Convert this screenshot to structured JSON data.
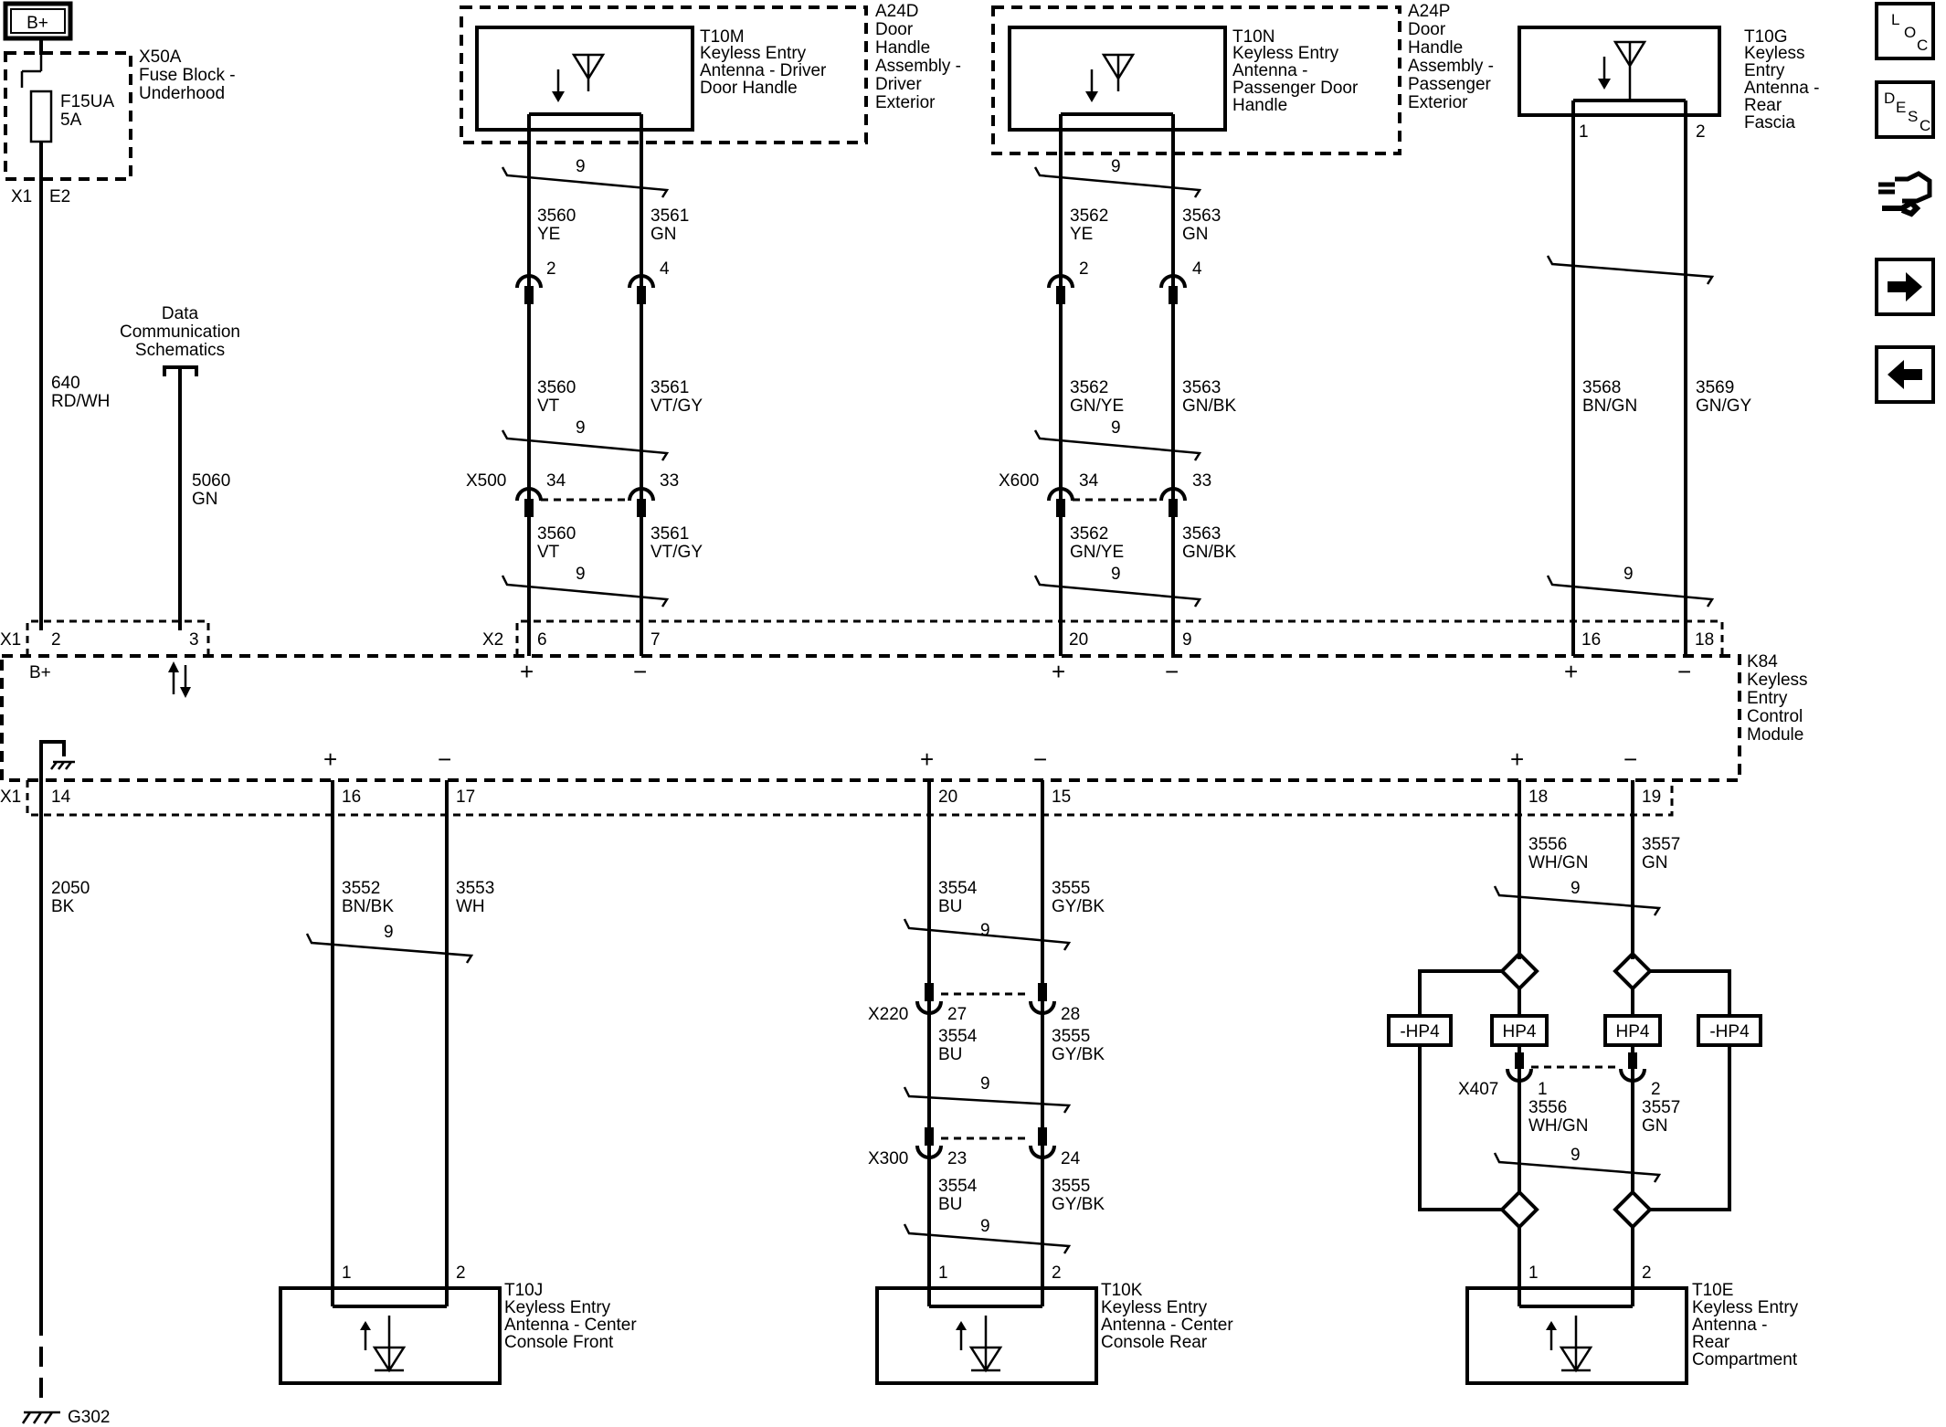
{
  "power": {
    "bplus_box": "B+",
    "bplus_module": "B+"
  },
  "fuse": {
    "block_id": "X50A",
    "block_name_1": "Fuse Block -",
    "block_name_2": "Underhood",
    "fuse_id": "F15UA",
    "fuse_rating": "5A",
    "conn_x1": "X1",
    "conn_e2": "E2",
    "wire_circuit": "640",
    "wire_color": "RD/WH"
  },
  "data_comm": {
    "line1": "Data",
    "line2": "Communication",
    "line3": "Schematics",
    "circuit": "5060",
    "color": "GN"
  },
  "twist_label": "9",
  "antenna_top": [
    {
      "id": "T10M",
      "name": [
        "Keyless Entry",
        "Antenna - Driver",
        "Door Handle"
      ],
      "assembly_id": "A24D",
      "assembly": [
        "Door",
        "Handle",
        "Assembly -",
        "Driver",
        "Exterior"
      ],
      "w1": {
        "c1": "3560",
        "col1": "YE",
        "c2": "3560",
        "col2": "VT",
        "c3": "3560",
        "col3": "VT"
      },
      "w2": {
        "c1": "3561",
        "col1": "GN",
        "c2": "3561",
        "col2": "VT/GY",
        "c3": "3561",
        "col3": "VT/GY"
      },
      "inline_pins": [
        "2",
        "4"
      ],
      "connector": "X500",
      "conn_pins": [
        "34",
        "33"
      ],
      "module_pins": [
        "6",
        "7"
      ]
    },
    {
      "id": "T10N",
      "name": [
        "Keyless Entry",
        "Antenna -",
        "Passenger Door",
        "Handle"
      ],
      "assembly_id": "A24P",
      "assembly": [
        "Door",
        "Handle",
        "Assembly -",
        "Passenger",
        "Exterior"
      ],
      "w1": {
        "c1": "3562",
        "col1": "YE",
        "c2": "3562",
        "col2": "GN/YE",
        "c3": "3562",
        "col3": "GN/YE"
      },
      "w2": {
        "c1": "3563",
        "col1": "GN",
        "c2": "3563",
        "col2": "GN/BK",
        "c3": "3563",
        "col3": "GN/BK"
      },
      "inline_pins": [
        "2",
        "4"
      ],
      "connector": "X600",
      "conn_pins": [
        "34",
        "33"
      ],
      "module_pins": [
        "20",
        "9"
      ]
    },
    {
      "id": "T10G",
      "name": [
        "Keyless",
        "Entry",
        "Antenna -",
        "Rear",
        "Fascia"
      ],
      "pins": [
        "1",
        "2"
      ],
      "w1": {
        "c1": "3568",
        "col1": "BN/GN"
      },
      "w2": {
        "c1": "3569",
        "col1": "GN/GY"
      },
      "module_pins": [
        "16",
        "18"
      ]
    }
  ],
  "module": {
    "id": "K84",
    "name": [
      "Keyless",
      "Entry",
      "Control",
      "Module"
    ],
    "conn_x1": "X1",
    "conn_x2": "X2",
    "x1_pins_top": [
      "2",
      "3"
    ],
    "ground_pin": "14",
    "plus": "+",
    "minus": "−"
  },
  "ground": {
    "circuit": "2050",
    "color": "BK",
    "id": "G302"
  },
  "antenna_bottom": [
    {
      "id": "T10J",
      "name": [
        "Keyless Entry",
        "Antenna - Center",
        "Console Front"
      ],
      "module_pins": [
        "16",
        "17"
      ],
      "w1": {
        "c": "3552",
        "col": "BN/BK"
      },
      "w2": {
        "c": "3553",
        "col": "WH"
      },
      "pins": [
        "1",
        "2"
      ]
    },
    {
      "id": "T10K",
      "name": [
        "Keyless Entry",
        "Antenna - Center",
        "Console Rear"
      ],
      "module_pins": [
        "20",
        "15"
      ],
      "w1": {
        "c": "3554",
        "col": "BU"
      },
      "w2": {
        "c": "3555",
        "col": "GY/BK"
      },
      "conn_a": "X220",
      "conn_a_pins": [
        "27",
        "28"
      ],
      "conn_b": "X300",
      "conn_b_pins": [
        "23",
        "24"
      ],
      "pins": [
        "1",
        "2"
      ]
    },
    {
      "id": "T10E",
      "name": [
        "Keyless Entry",
        "Antenna -",
        "Rear",
        "Compartment"
      ],
      "module_pins": [
        "18",
        "19"
      ],
      "w1": {
        "c": "3556",
        "col": "WH/GN"
      },
      "w2": {
        "c": "3557",
        "col": "GN"
      },
      "options": [
        "-HP4",
        "HP4",
        "HP4",
        "-HP4"
      ],
      "conn": "X407",
      "conn_pins": [
        "1",
        "2"
      ],
      "pins": [
        "1",
        "2"
      ]
    }
  ],
  "nav": {
    "loc": [
      "L",
      "O",
      "C"
    ],
    "desc": [
      "D",
      "E",
      "S",
      "C"
    ]
  }
}
